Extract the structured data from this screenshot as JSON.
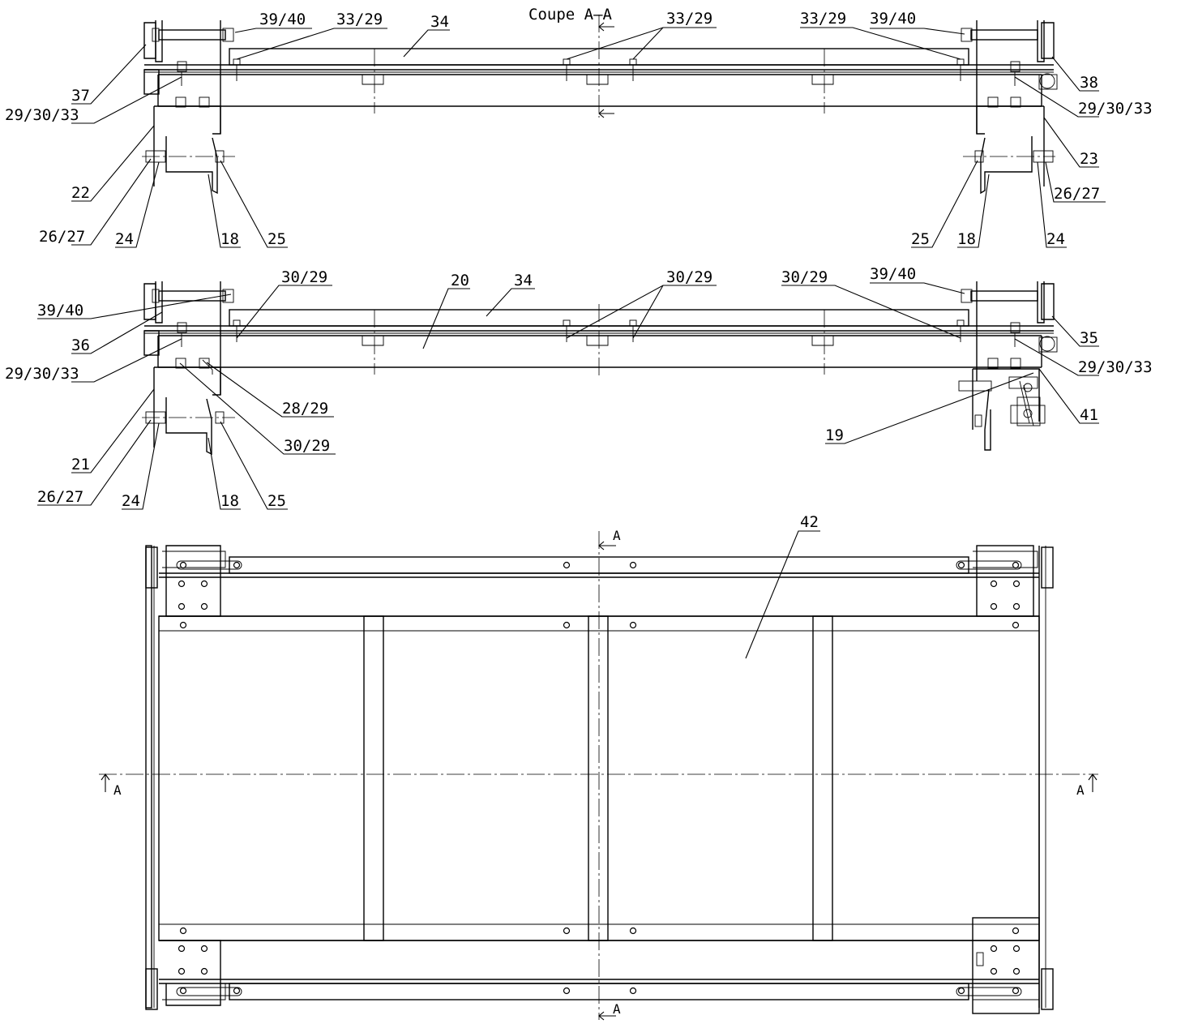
{
  "section_title": "Coupe A–A",
  "section_letter": "A",
  "top_view": {
    "callouts": [
      "39/40",
      "33/29",
      "34",
      "33/29",
      "33/29",
      "39/40",
      "37",
      "38",
      "29/30/33",
      "29/30/33",
      "22",
      "23",
      "26/27",
      "26/27",
      "24",
      "18",
      "25",
      "25",
      "18",
      "24"
    ]
  },
  "middle_view": {
    "callouts": [
      "30/29",
      "20",
      "34",
      "30/29",
      "30/29",
      "39/40",
      "39/40",
      "36",
      "35",
      "29/30/33",
      "29/30/33",
      "28/29",
      "30/29",
      "41",
      "19",
      "21",
      "26/27",
      "24",
      "18",
      "25"
    ]
  },
  "plan_view": {
    "callouts": [
      "42"
    ]
  }
}
